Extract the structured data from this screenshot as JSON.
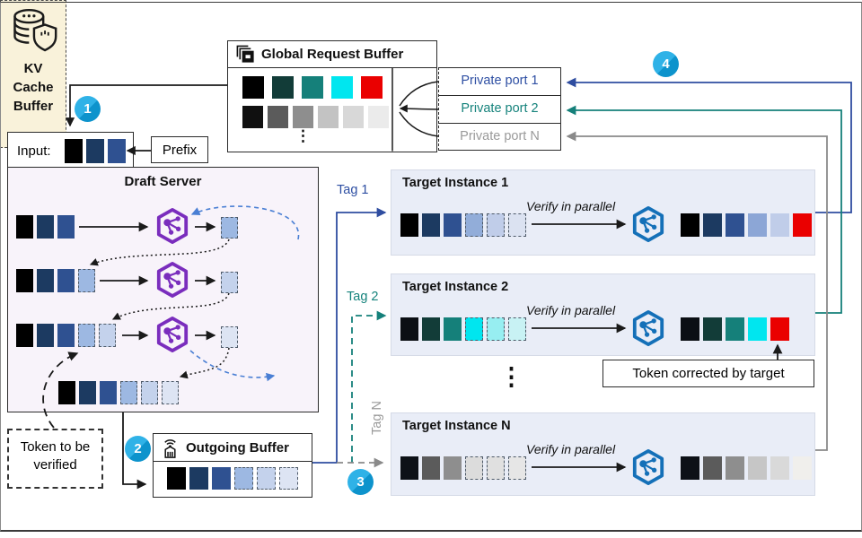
{
  "badges": {
    "step1": "1",
    "step2": "2",
    "step3": "3",
    "step4": "4"
  },
  "colors": {
    "tag_blue": "#2f4da0",
    "tag_teal": "#15807a",
    "tag_gray": "#8e8e8e",
    "badge_blue": "#1fa7dd",
    "draft_model_purple": "#7a2dbd",
    "target_model_blue": "#1470b8",
    "corrected_red": "#ea0000",
    "draft_bg": "#f8f3fa",
    "instance_bg": "#e9edf7",
    "kv_bg": "#f9f2da"
  },
  "global_request_buffer": {
    "title": "Global Request Buffer",
    "icon": "stacked-buffers-icon",
    "row1": [
      {
        "c": "#000000"
      },
      {
        "c": "#123c38"
      },
      {
        "c": "#15807a"
      },
      {
        "c": "#00e6ef"
      },
      {
        "c": "#ea0000"
      }
    ],
    "row2": [
      {
        "c": "#101010"
      },
      {
        "c": "#5b5b5b"
      },
      {
        "c": "#8e8e8e"
      },
      {
        "c": "#c3c3c3"
      },
      {
        "c": "#d8d8d8"
      },
      {
        "c": "#ebebeb"
      }
    ],
    "ellipsis": "⋮"
  },
  "private_ports": {
    "port1": {
      "label": "Private port 1",
      "color": "#2e4fa3"
    },
    "port2": {
      "label": "Private port 2",
      "color": "#16837c"
    },
    "portN": {
      "label": "Private port N",
      "color": "#9a9a9a"
    }
  },
  "input_box": {
    "label": "Input:",
    "tokens": [
      {
        "c": "#000000"
      },
      {
        "c": "#1c3a61"
      },
      {
        "c": "#2f5191"
      }
    ],
    "prefix_label": "Prefix"
  },
  "draft_server": {
    "title": "Draft Server",
    "model_icon": "model-hexagon-icon",
    "row1_in": [
      {
        "c": "#000000"
      },
      {
        "c": "#1c3a61"
      },
      {
        "c": "#2f5191"
      }
    ],
    "row1_out": [
      {
        "c": "#9db8e2",
        "d": true
      }
    ],
    "row2_in": [
      {
        "c": "#000000"
      },
      {
        "c": "#1c3a61"
      },
      {
        "c": "#2f5191"
      },
      {
        "c": "#9db8e2",
        "d": true
      }
    ],
    "row2_out": [
      {
        "c": "#c4d2ec",
        "d": true
      }
    ],
    "row3_in": [
      {
        "c": "#000000"
      },
      {
        "c": "#1c3a61"
      },
      {
        "c": "#2f5191"
      },
      {
        "c": "#9db8e2",
        "d": true
      },
      {
        "c": "#c4d2ec",
        "d": true
      }
    ],
    "row3_out": [
      {
        "c": "#dde4f3",
        "d": true
      }
    ],
    "row4": [
      {
        "c": "#000000"
      },
      {
        "c": "#1c3a61"
      },
      {
        "c": "#2f5191"
      },
      {
        "c": "#9db8e2",
        "d": true
      },
      {
        "c": "#c4d2ec",
        "d": true
      },
      {
        "c": "#dde4f3",
        "d": true
      }
    ]
  },
  "kv_cache": {
    "icon": "database-shield-icon",
    "line1": "KV",
    "line2": "Cache",
    "line3": "Buffer"
  },
  "token_to_verify": {
    "line1": "Token to be",
    "line2": "verified"
  },
  "outgoing_buffer": {
    "title": "Outgoing Buffer",
    "icon": "broadcast-station-icon",
    "tokens": [
      {
        "c": "#000000"
      },
      {
        "c": "#1c3a61"
      },
      {
        "c": "#2f5191"
      },
      {
        "c": "#9db8e2",
        "d": true
      },
      {
        "c": "#c4d2ec",
        "d": true
      },
      {
        "c": "#dde4f3",
        "d": true
      }
    ]
  },
  "tags": {
    "tag1": {
      "label": "Tag 1",
      "color": "#2e4fa3"
    },
    "tag2": {
      "label": "Tag 2",
      "color": "#16837c"
    },
    "tagN": {
      "label": "Tag N",
      "color": "#9a9a9a"
    }
  },
  "instances": {
    "i1": {
      "title": "Target Instance 1",
      "verify": "Verify in parallel",
      "model_icon": "model-hexagon-icon",
      "in": [
        {
          "c": "#000000"
        },
        {
          "c": "#1c3a61"
        },
        {
          "c": "#2f5191"
        },
        {
          "c": "#92add9",
          "d": true
        },
        {
          "c": "#c0cde9",
          "d": true
        },
        {
          "c": "#dbe2f1",
          "d": true
        }
      ],
      "out": [
        {
          "c": "#000000"
        },
        {
          "c": "#1c3a61"
        },
        {
          "c": "#2f5191"
        },
        {
          "c": "#8ca6d6"
        },
        {
          "c": "#c0cde9"
        },
        {
          "c": "#ea0000"
        }
      ]
    },
    "i2": {
      "title": "Target Instance 2",
      "verify": "Verify in parallel",
      "model_icon": "model-hexagon-icon",
      "in": [
        {
          "c": "#0b0f14"
        },
        {
          "c": "#123c38"
        },
        {
          "c": "#15807a"
        },
        {
          "c": "#00e6ef",
          "d": true
        },
        {
          "c": "#97eef1",
          "d": true
        },
        {
          "c": "#c8f2f4",
          "d": true
        }
      ],
      "out": [
        {
          "c": "#0b0f14"
        },
        {
          "c": "#123c38"
        },
        {
          "c": "#15807a"
        },
        {
          "c": "#00e6ef"
        },
        {
          "c": "#ea0000"
        }
      ]
    },
    "iN": {
      "title": "Target Instance N",
      "verify": "Verify in parallel",
      "model_icon": "model-hexagon-icon",
      "in": [
        {
          "c": "#0d1117"
        },
        {
          "c": "#5b5b5b"
        },
        {
          "c": "#8e8e8e"
        },
        {
          "c": "#dcdcdc",
          "d": true
        },
        {
          "c": "#e0e0e0",
          "d": true
        },
        {
          "c": "#e6e6e6",
          "d": true
        }
      ],
      "out": [
        {
          "c": "#0d1117"
        },
        {
          "c": "#5b5b5b"
        },
        {
          "c": "#8e8e8e"
        },
        {
          "c": "#c6c6c6"
        },
        {
          "c": "#d9d9d9"
        },
        {
          "c": "#f0efec"
        }
      ]
    }
  },
  "instances_ellipsis": "⋮",
  "token_corrected": {
    "label": "Token corrected by target"
  }
}
